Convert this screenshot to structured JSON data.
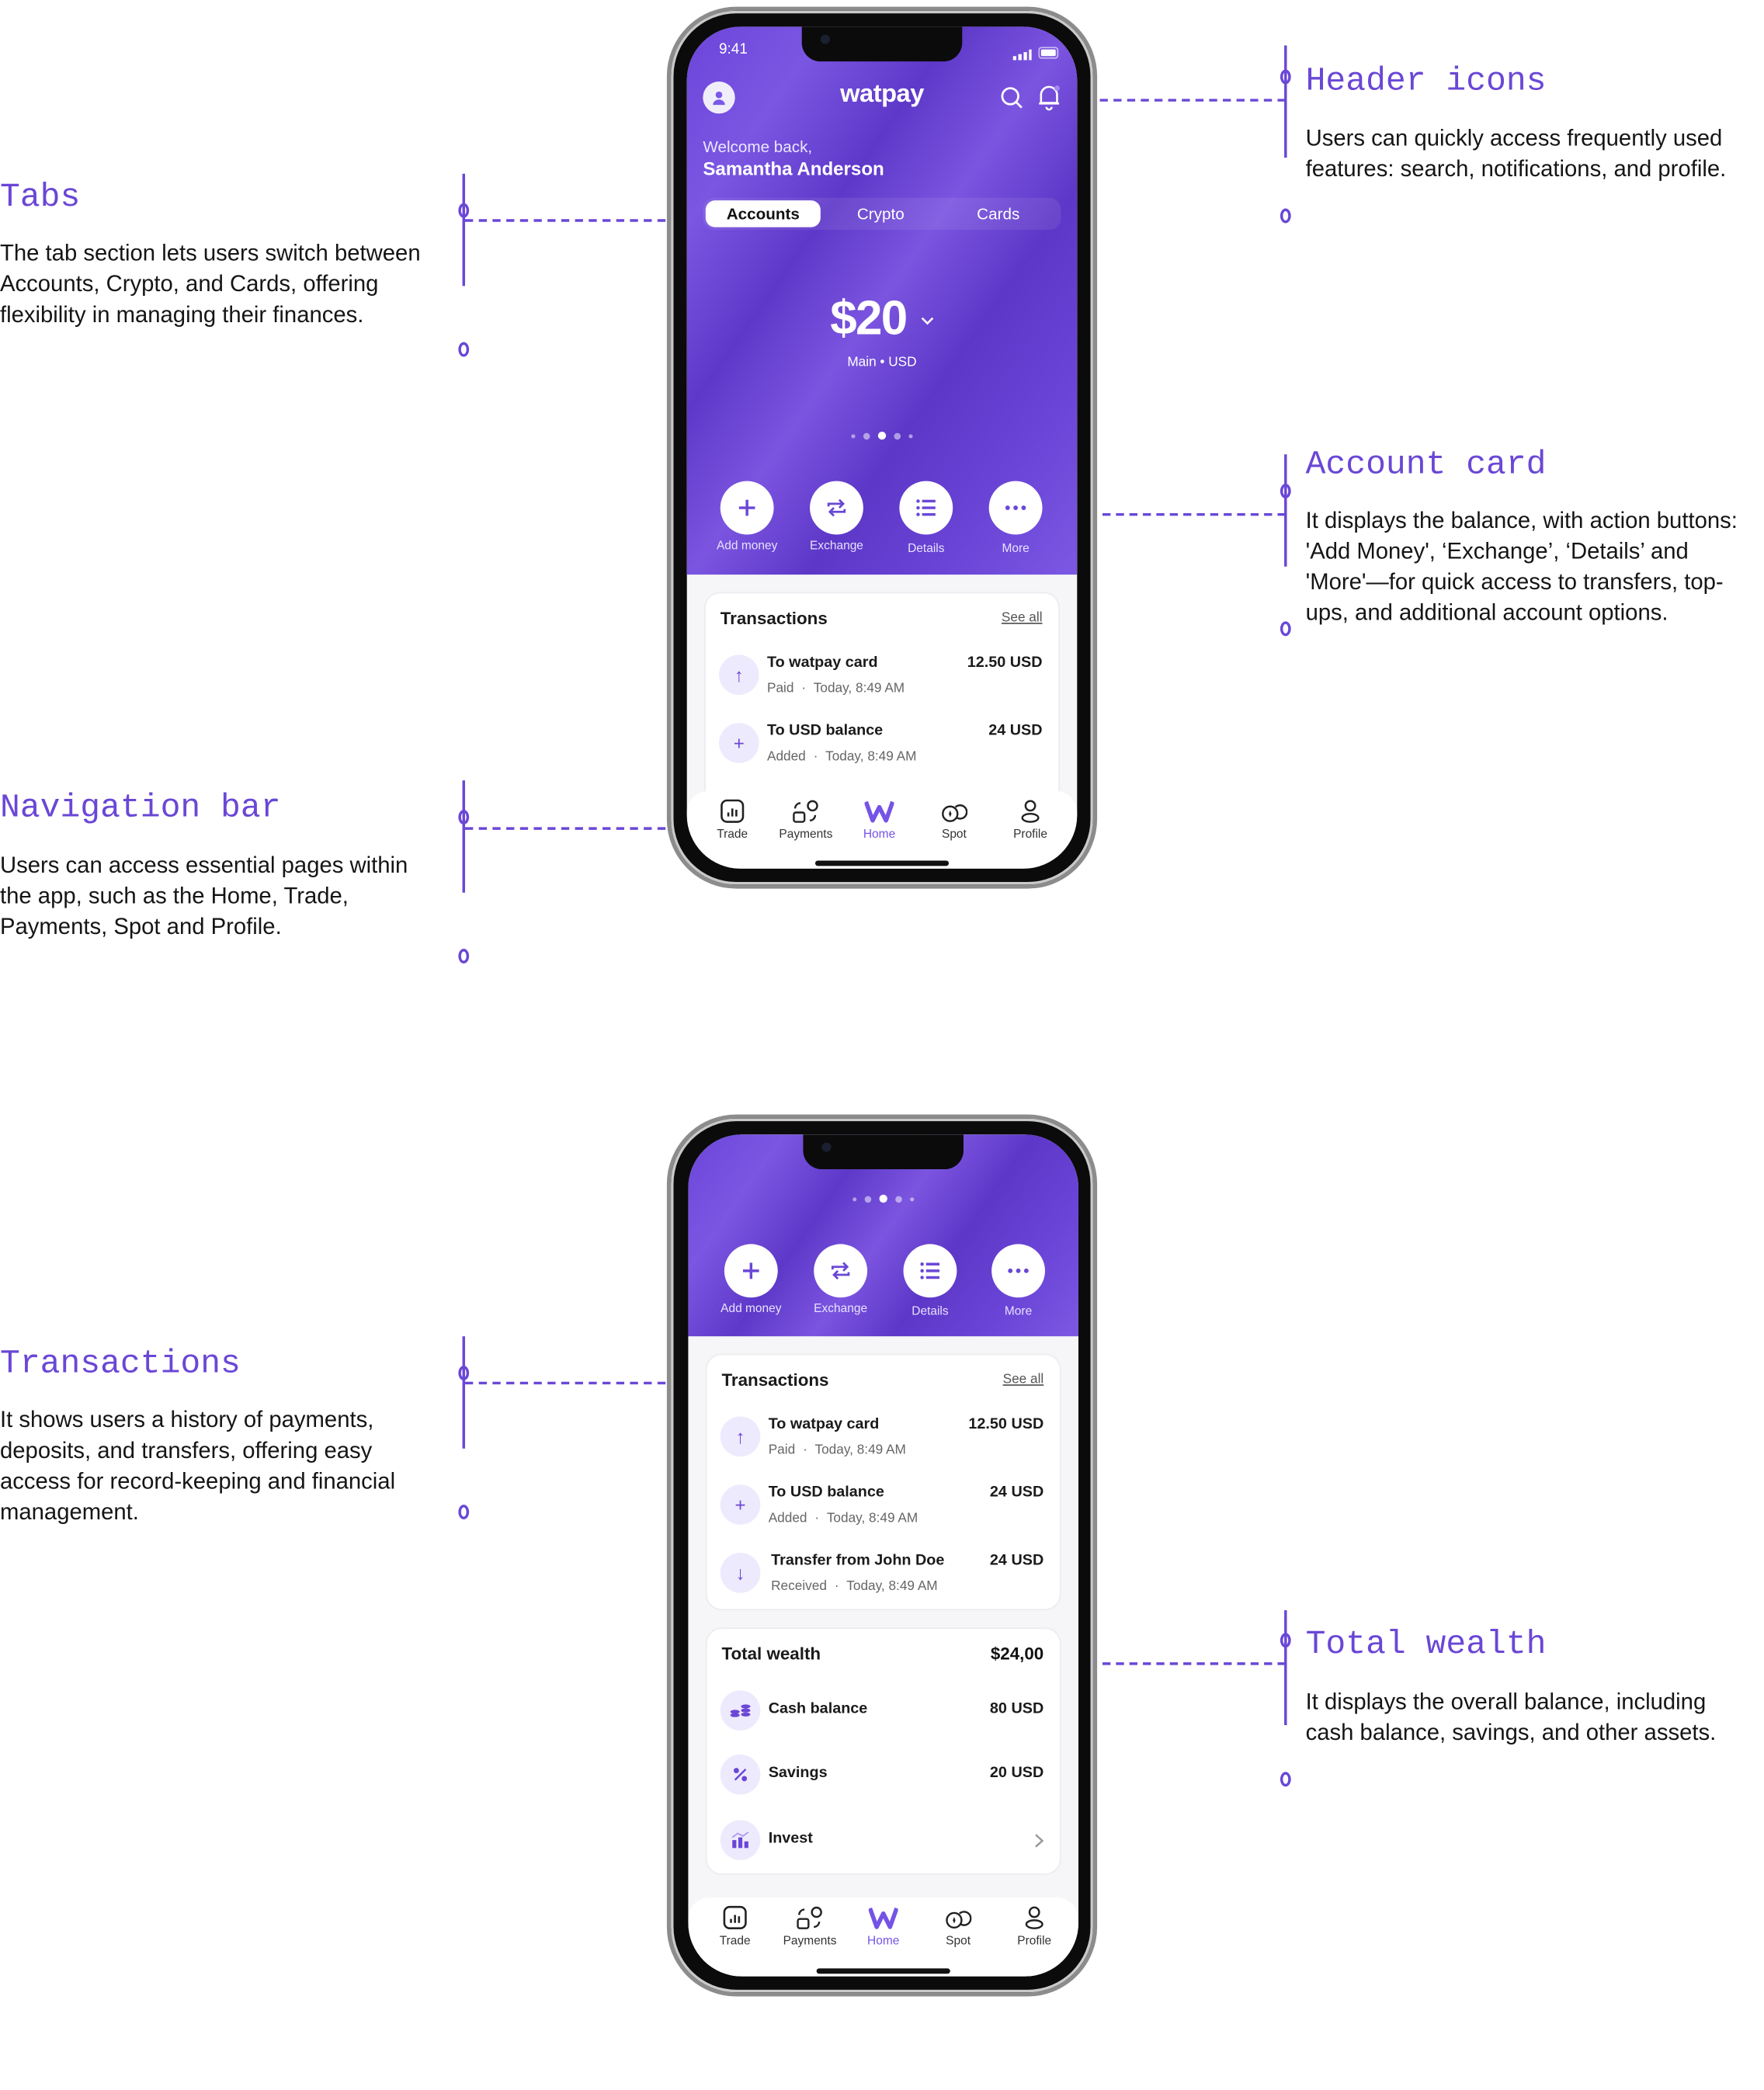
{
  "annotations": {
    "tabs": {
      "title": "Tabs",
      "body": "The tab section lets users switch between Accounts, Crypto, and Cards, offering flexibility in managing their finances."
    },
    "header_icons": {
      "title": "Header icons",
      "body": "Users can quickly access frequently used features: search, notifications, and profile."
    },
    "account_card": {
      "title": "Account card",
      "body": "It displays the balance, with action buttons: 'Add Money', ‘Exchange’, ‘Details’ and 'More'—for quick access to transfers, top-ups, and additional account options."
    },
    "navigation_bar": {
      "title": "Navigation bar",
      "body": "Users can access essential pages within the app, such as the Home, Trade, Payments, Spot and Profile."
    },
    "transactions": {
      "title": "Transactions",
      "body": "It shows users a history of payments, deposits, and transfers, offering easy access for record-keeping and financial management."
    },
    "total_wealth": {
      "title": "Total wealth",
      "body": "It displays the overall balance, including cash balance, savings, and other assets."
    }
  },
  "colors": {
    "accent": "#6a47d6",
    "hero": "#6a44d6",
    "nav_active": "#7553e6"
  },
  "status_bar": {
    "time": "9:41"
  },
  "header": {
    "logo": "watpay",
    "welcome": "Welcome back,",
    "user_name": "Samantha Anderson"
  },
  "tabs": [
    {
      "label": "Accounts",
      "active": true
    },
    {
      "label": "Crypto"
    },
    {
      "label": "Cards"
    }
  ],
  "balance": {
    "amount": "$20",
    "account": "Main • USD",
    "page_dots": 5,
    "active_dot": 3
  },
  "actions": [
    {
      "label": "Add money",
      "icon": "plus-icon"
    },
    {
      "label": "Exchange",
      "icon": "exchange-icon"
    },
    {
      "label": "Details",
      "icon": "list-icon"
    },
    {
      "label": "More",
      "icon": "more-icon"
    }
  ],
  "transactions": {
    "title": "Transactions",
    "see_all": "See all",
    "items": [
      {
        "title": "To watpay card",
        "status": "Paid",
        "time": "Today, 8:49 AM",
        "amount": "12.50 USD",
        "icon": "arrow-up-icon"
      },
      {
        "title": "To USD balance",
        "status": "Added",
        "time": "Today, 8:49 AM",
        "amount": "24 USD",
        "icon": "plus-icon"
      },
      {
        "title": "Transfer from John Doe",
        "status": "Received",
        "time": "Today, 8:49 AM",
        "amount": "24 USD",
        "icon": "arrow-down-icon"
      }
    ]
  },
  "wealth": {
    "title": "Total wealth",
    "total": "$24,00",
    "items": [
      {
        "label": "Cash balance",
        "amount": "80 USD",
        "icon": "coins-icon"
      },
      {
        "label": "Savings",
        "amount": "20 USD",
        "icon": "percent-icon"
      },
      {
        "label": "Invest",
        "amount": "",
        "icon": "invest-chart-icon"
      }
    ]
  },
  "nav": [
    {
      "label": "Trade"
    },
    {
      "label": "Payments"
    },
    {
      "label": "Home",
      "active": true
    },
    {
      "label": "Spot"
    },
    {
      "label": "Profile"
    }
  ],
  "sep": "·"
}
